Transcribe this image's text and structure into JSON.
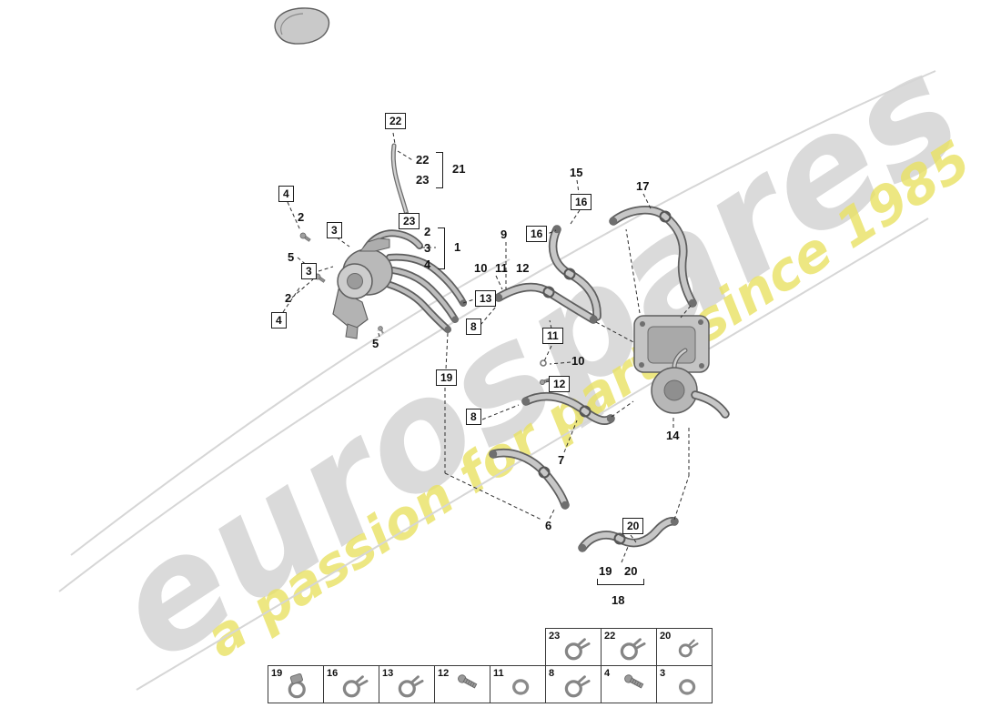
{
  "watermark": {
    "brand": "eurospares",
    "tagline": "a passion for parts since 1985",
    "brand_color": "#dadada",
    "tagline_color": "#e9e263"
  },
  "callouts": [
    {
      "label": "22"
    },
    {
      "label": "22"
    },
    {
      "label": "23"
    },
    {
      "label": "21"
    },
    {
      "label": "23"
    },
    {
      "label": "4"
    },
    {
      "label": "2"
    },
    {
      "label": "3"
    },
    {
      "label": "5"
    },
    {
      "label": "3"
    },
    {
      "label": "2"
    },
    {
      "label": "4"
    },
    {
      "label": "5"
    },
    {
      "label": "2"
    },
    {
      "label": "3"
    },
    {
      "label": "4"
    },
    {
      "label": "1"
    },
    {
      "label": "9"
    },
    {
      "label": "10"
    },
    {
      "label": "11"
    },
    {
      "label": "12"
    },
    {
      "label": "15"
    },
    {
      "label": "16"
    },
    {
      "label": "16"
    },
    {
      "label": "17"
    },
    {
      "label": "13"
    },
    {
      "label": "8"
    },
    {
      "label": "11"
    },
    {
      "label": "10"
    },
    {
      "label": "12"
    },
    {
      "label": "19"
    },
    {
      "label": "8"
    },
    {
      "label": "7"
    },
    {
      "label": "14"
    },
    {
      "label": "6"
    },
    {
      "label": "20"
    },
    {
      "label": "19"
    },
    {
      "label": "20"
    },
    {
      "label": "18"
    }
  ],
  "legend": {
    "top": [
      {
        "num": "23",
        "icon": "spring-clamp"
      },
      {
        "num": "22",
        "icon": "spring-clamp"
      },
      {
        "num": "20",
        "icon": "clip-clamp"
      }
    ],
    "bottom": [
      {
        "num": "19",
        "icon": "worm-clamp"
      },
      {
        "num": "16",
        "icon": "spring-clamp"
      },
      {
        "num": "13",
        "icon": "spring-clamp"
      },
      {
        "num": "12",
        "icon": "screw"
      },
      {
        "num": "11",
        "icon": "o-ring"
      },
      {
        "num": "8",
        "icon": "spring-clamp"
      },
      {
        "num": "4",
        "icon": "screw"
      },
      {
        "num": "3",
        "icon": "o-ring"
      }
    ]
  }
}
